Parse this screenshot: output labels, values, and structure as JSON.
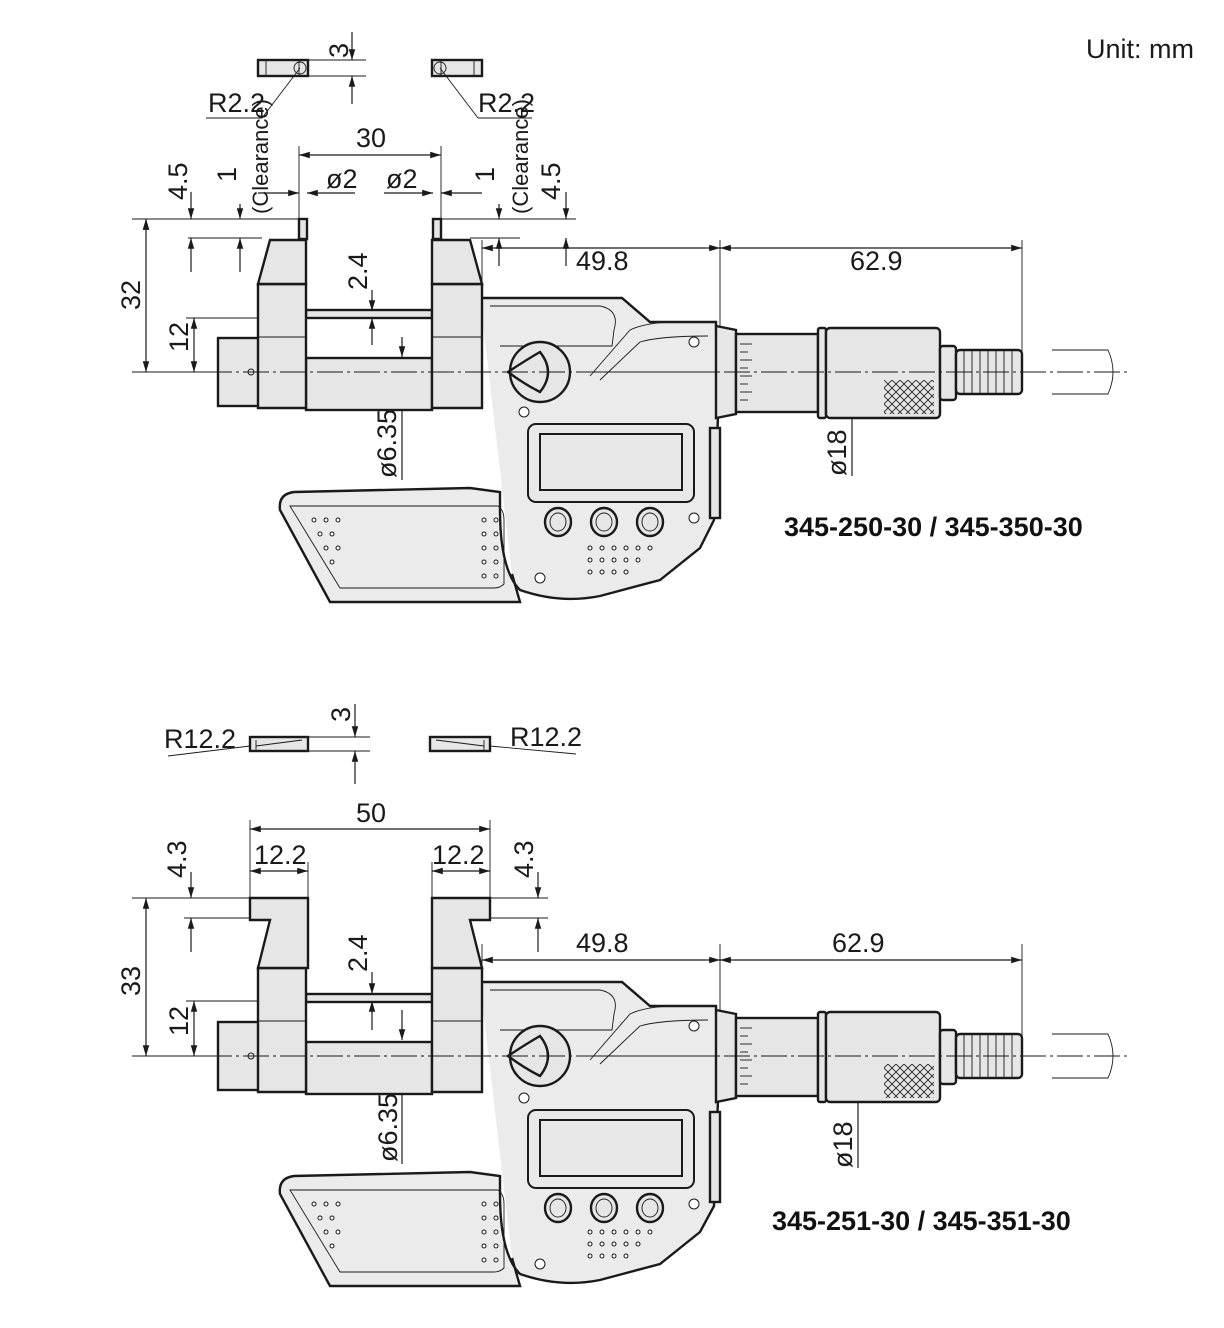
{
  "unit_label": "Unit: mm",
  "top_figure": {
    "model_label": "345-250-30 / 345-350-30",
    "dims": {
      "tip_thickness": "3",
      "radius_left": "R2.2",
      "radius_right": "R2.2",
      "tip_spacing": "30",
      "tip_dia_left": "ø2",
      "tip_dia_right": "ø2",
      "offset_left": "4.5",
      "offset_right": "4.5",
      "clearance_left_value": "1",
      "clearance_right_value": "1",
      "clearance_left": "(Clearance)",
      "clearance_right": "(Clearance)",
      "overall_height": "32",
      "jaw_height": "12",
      "rod_gap": "2.4",
      "spindle_dia": "ø6.35",
      "body_length": "49.8",
      "thimble_length": "62.9",
      "thimble_dia": "ø18"
    }
  },
  "bottom_figure": {
    "model_label": "345-251-30 / 345-351-30",
    "dims": {
      "tip_thickness": "3",
      "radius_left": "R12.2",
      "radius_right": "R12.2",
      "tip_spacing": "50",
      "tip_width_left": "12.2",
      "tip_width_right": "12.2",
      "offset_left": "4.3",
      "offset_right": "4.3",
      "overall_height": "33",
      "jaw_height": "12",
      "rod_gap": "2.4",
      "spindle_dia": "ø6.35",
      "body_length": "49.8",
      "thimble_length": "62.9",
      "thimble_dia": "ø18"
    }
  }
}
